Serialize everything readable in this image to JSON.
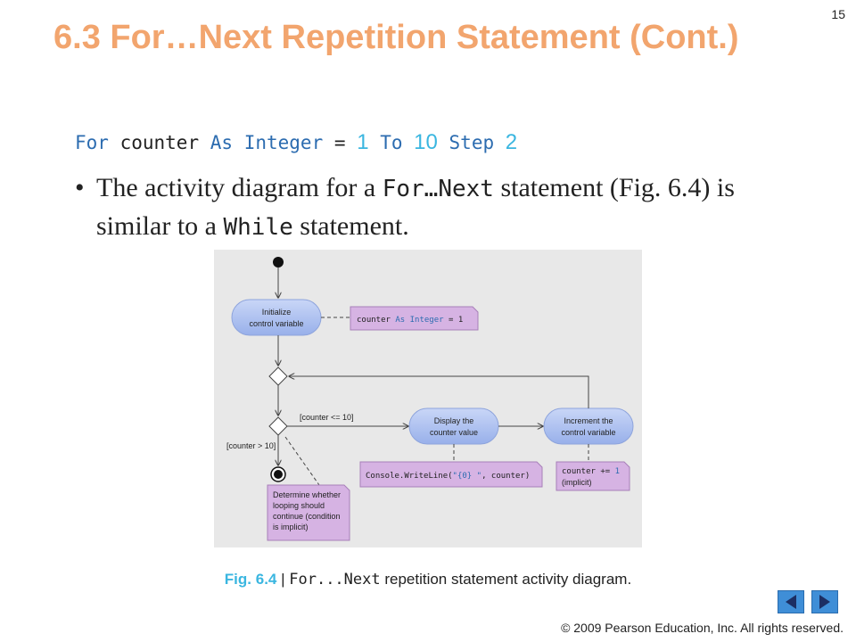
{
  "page_number": "15",
  "title": "6.3  For…Next Repetition Statement (Cont.)",
  "code": {
    "kw_for": "For",
    "var": "counter",
    "kw_as": "As",
    "type": "Integer",
    "eq": "=",
    "start": "1",
    "kw_to": "To",
    "end": "10",
    "kw_step": "Step",
    "step": "2"
  },
  "bullet": {
    "t1": "The activity diagram for a ",
    "m1": "For…Next",
    "t2": " statement (Fig. 6.4) is similar to a ",
    "m2": "While",
    "t3": " statement."
  },
  "diagram": {
    "init_line1": "Initialize",
    "init_line2": "control variable",
    "note_init_var": "counter",
    "note_init_as": "As",
    "note_init_type": "Integer",
    "note_init_eq": "= 1",
    "guard_true": "[counter <= 10]",
    "guard_false": "[counter > 10]",
    "display_line1": "Display the",
    "display_line2": "counter value",
    "increment_line1": "Increment the",
    "increment_line2": "control variable",
    "note_write_a": "Console.WriteLine(",
    "note_write_b": "\"{0} \"",
    "note_write_c": ", counter)",
    "note_inc_a": "counter",
    "note_inc_b": "+=",
    "note_inc_c": "1",
    "note_inc_line2": "(implicit)",
    "note_loop_1": "Determine whether",
    "note_loop_2": "looping should",
    "note_loop_3": "continue (condition",
    "note_loop_4": "is implicit)"
  },
  "caption": {
    "label": "Fig. 6.4",
    "sep": " | ",
    "code": "For...Next",
    "text": " repetition statement activity diagram."
  },
  "nav": {
    "prev_icon": "left-triangle-icon",
    "next_icon": "right-triangle-icon"
  },
  "copyright": "© 2009 Pearson Education, Inc.  All rights reserved.",
  "colors": {
    "title": "#f2a56e",
    "keyword": "#2c6cb0",
    "number": "#3ab6e0",
    "action": "#a9bff0",
    "note": "#d6b3e3",
    "figure_bg": "#e8e8e8"
  }
}
